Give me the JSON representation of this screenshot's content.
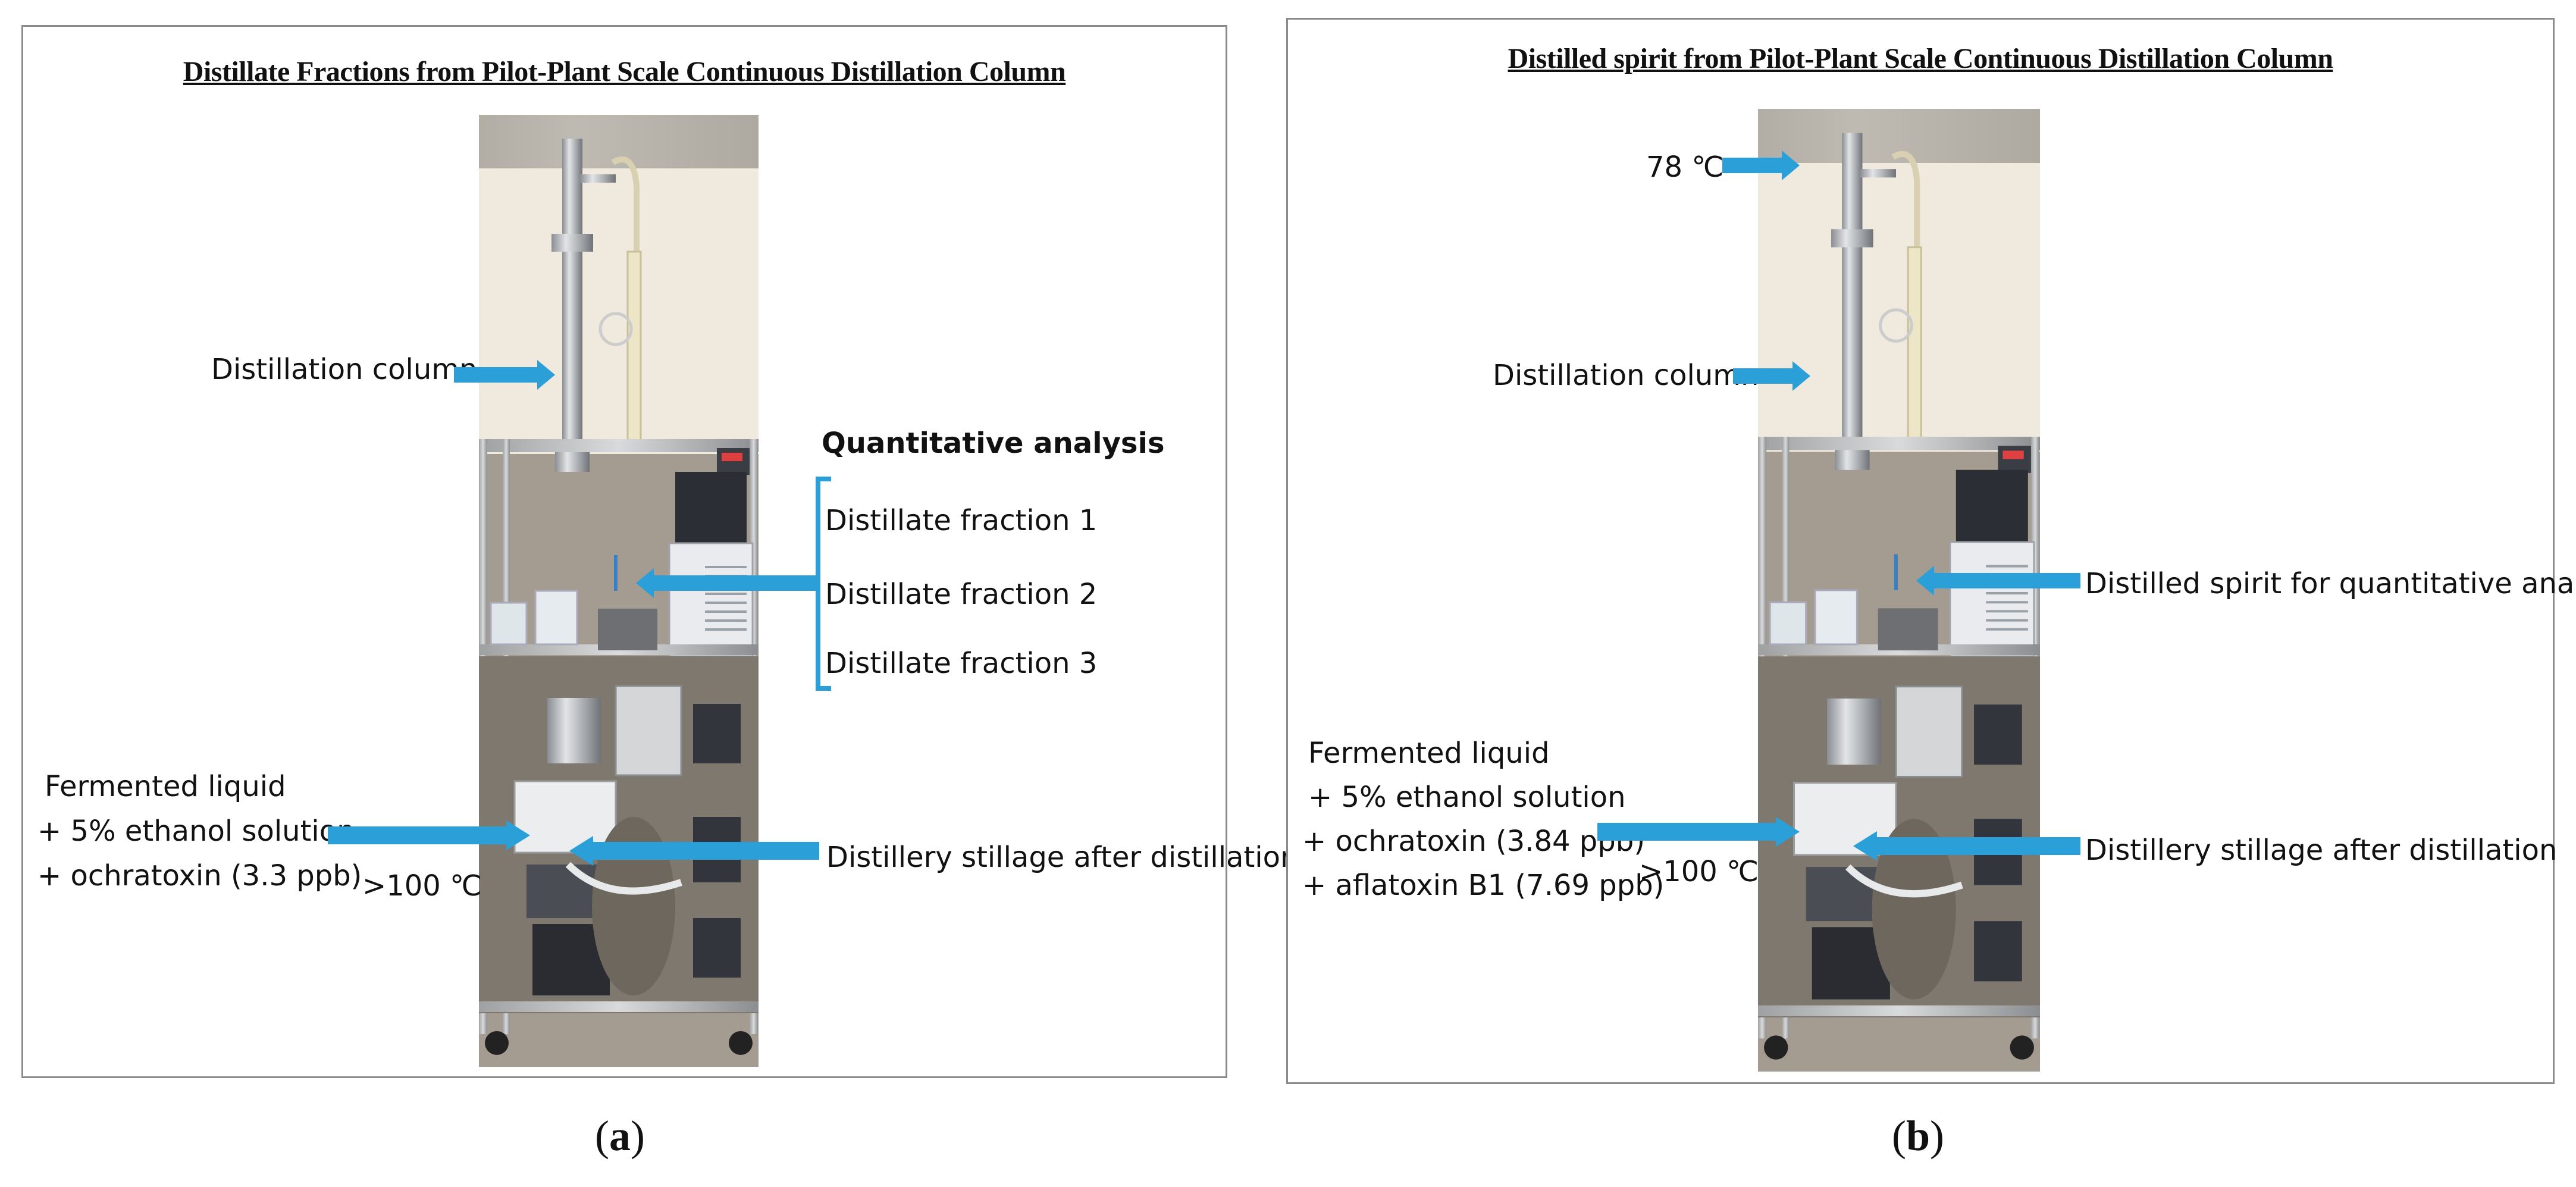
{
  "panel_a": {
    "title": "Distillate Fractions from Pilot-Plant Scale Continuous Distillation Column",
    "labels": {
      "column": "Distillation column",
      "quant_heading": "Quantitative analysis",
      "fraction1": "Distillate fraction 1",
      "fraction2": "Distillate fraction 2",
      "fraction3": "Distillate fraction 3",
      "feed_line1": "Fermented liquid",
      "feed_line2": "+ 5% ethanol solution",
      "feed_line3": "+ ochratoxin (3.3 ppb)",
      "temp": ">100 ℃",
      "stillage": "Distillery stillage after distillation"
    },
    "caption_open": "(",
    "caption_letter": "a",
    "caption_close": ")"
  },
  "panel_b": {
    "title": "Distilled spirit from Pilot-Plant Scale Continuous Distillation Column",
    "labels": {
      "top_temp": "78 ℃",
      "column": "Distillation column",
      "spirit": "Distilled spirit for quantitative analysis",
      "feed_line1": "Fermented liquid",
      "feed_line2": "+ 5% ethanol solution",
      "feed_line3": "+ ochratoxin (3.84 ppb)",
      "feed_line4": "+ aflatoxin B1 (7.69 ppb)",
      "temp": ">100 ℃",
      "stillage": "Distillery stillage after distillation"
    },
    "caption_open": "(",
    "caption_letter": "b",
    "caption_close": ")"
  },
  "colors": {
    "arrow": "#2a9fd8",
    "panel_border": "#8a8a8a"
  },
  "icons": {
    "arrow": "arrow-right-icon / arrow-left-icon",
    "bracket": "bracket-icon"
  }
}
